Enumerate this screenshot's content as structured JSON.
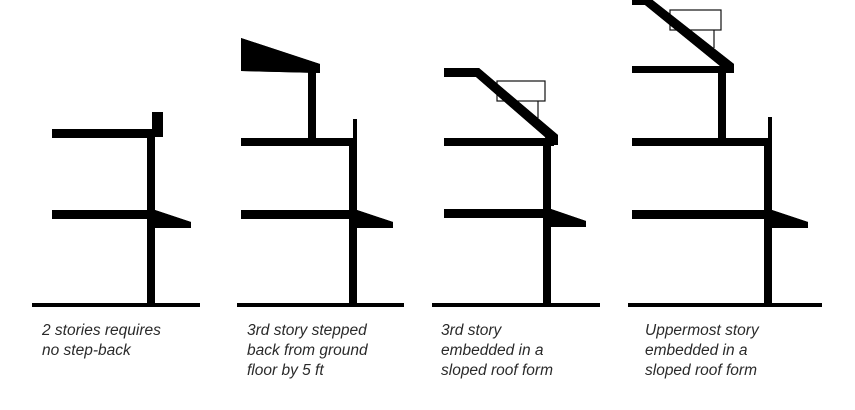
{
  "colors": {
    "structure": "#707174",
    "outline": "#222222",
    "ground": "#000000"
  },
  "sections": [
    {
      "caption_lines": [
        "2 stories requires",
        "no step-back"
      ]
    },
    {
      "caption_lines": [
        "3rd story stepped",
        "back from ground",
        "floor by 5 ft"
      ]
    },
    {
      "caption_lines": [
        "3rd story",
        "embedded in a",
        "sloped roof form"
      ]
    },
    {
      "caption_lines": [
        "Uppermost story",
        "embedded in a",
        "sloped roof form"
      ]
    }
  ]
}
